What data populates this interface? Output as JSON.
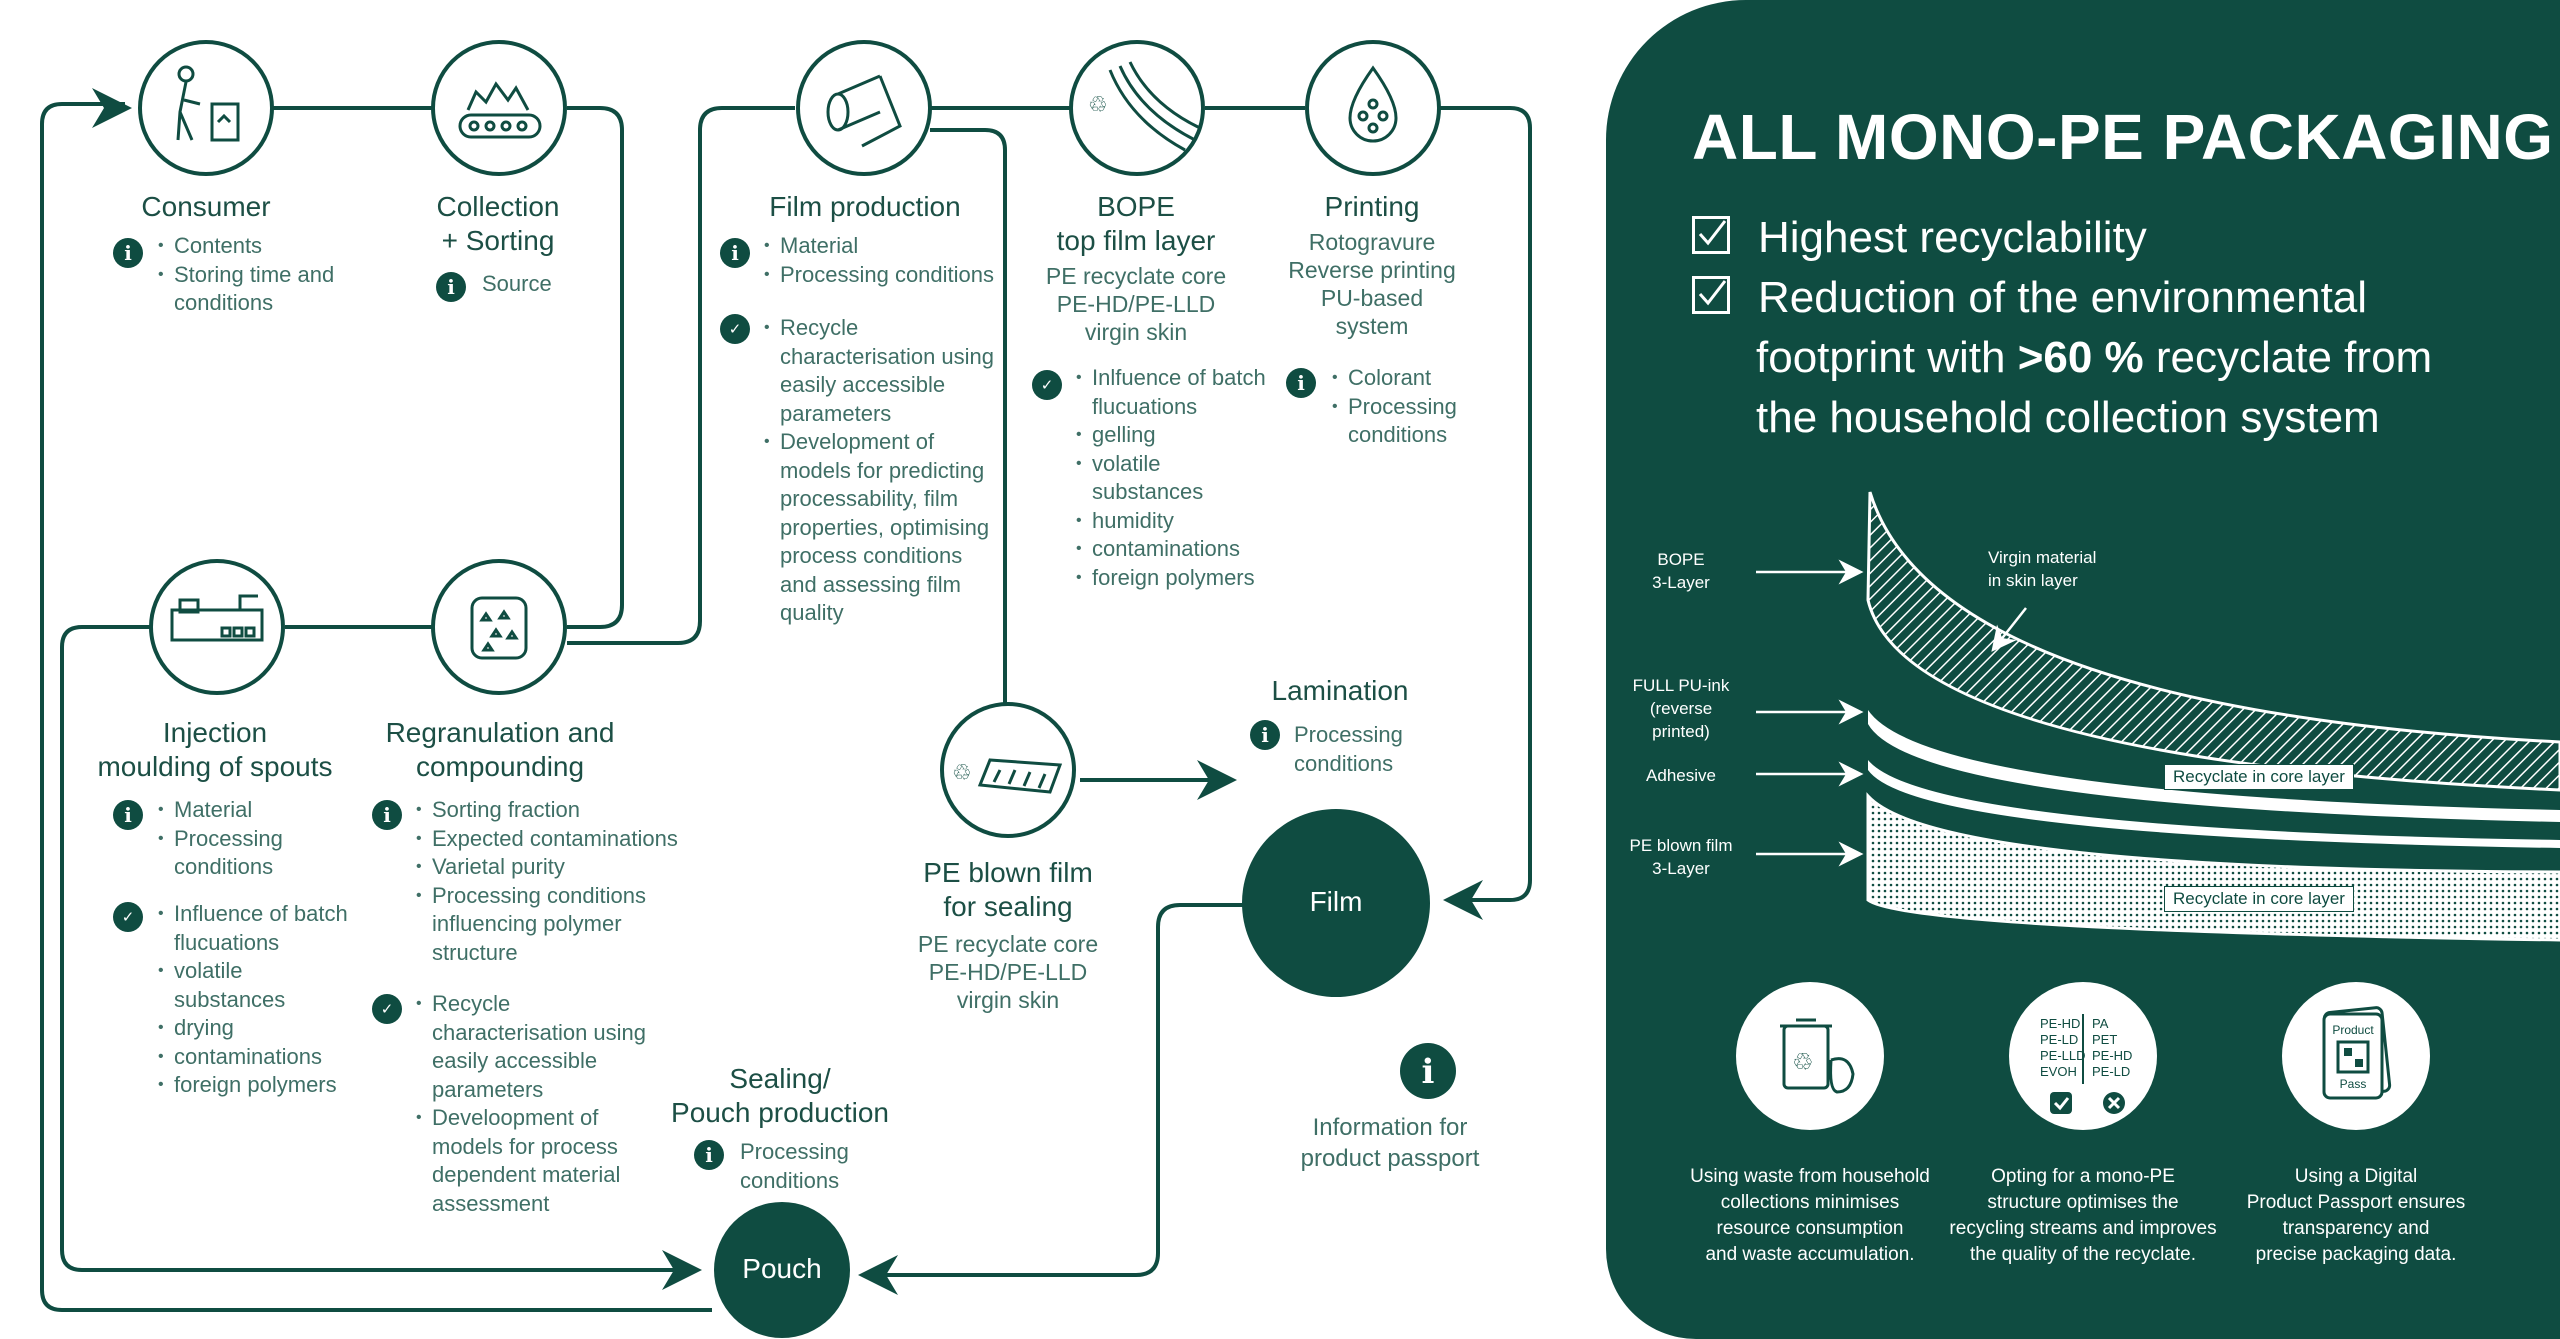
{
  "colors": {
    "dark_green": "#0f4c41",
    "text_green": "#3f6f66",
    "white": "#ffffff"
  },
  "consumer": {
    "title": "Consumer",
    "bullets": [
      "Contents",
      "Storing time and conditions"
    ]
  },
  "collection": {
    "title_1": "Collection",
    "title_2": "+ Sorting",
    "source": "Source"
  },
  "film_production": {
    "title": "Film production",
    "info_bullets": [
      "Material",
      "Processing conditions"
    ],
    "cert_bullets": [
      "Recycle characterisation using easily accessible parameters",
      "Development of models for predicting processability, film properties, optimising process conditions and assessing film quality"
    ]
  },
  "bope": {
    "title_1": "BOPE",
    "title_2": "top film layer",
    "sub": [
      "PE recyclate core",
      "PE-HD/PE-LLD",
      "virgin skin"
    ],
    "cert_bullets": [
      "Inlfuence of batch flucuations",
      "gelling",
      "volatile substances",
      "humidity",
      "contaminations",
      "foreign polymers"
    ]
  },
  "printing": {
    "title": "Printing",
    "sub": [
      "Rotogravure",
      "Reverse printing",
      "PU-based",
      "system"
    ],
    "info_bullets": [
      "Colorant",
      "Processing conditions"
    ]
  },
  "injection": {
    "title_1": "Injection",
    "title_2": "moulding of spouts",
    "info_bullets": [
      "Material",
      "Processing conditions"
    ],
    "cert_bullets": [
      "Influence of batch flucuations",
      "volatile substances",
      "drying",
      "contaminations",
      "foreign polymers"
    ]
  },
  "regranulation": {
    "title_1": "Regranulation and",
    "title_2": "compounding",
    "info_bullets": [
      "Sorting fraction",
      "Expected contaminations",
      "Varietal purity",
      "Processing conditions influencing polymer structure"
    ],
    "cert_bullets": [
      "Recycle characterisation using easily accessible parameters",
      "Develoopment of models for process dependent material assessment"
    ]
  },
  "lamination": {
    "title": "Lamination",
    "info": "Processing conditions"
  },
  "pe_blown": {
    "title_1": "PE blown film",
    "title_2": "for sealing",
    "sub": [
      "PE recyclate core",
      "PE-HD/PE-LLD",
      "virgin skin"
    ]
  },
  "film_bubble": "Film",
  "pouch_bubble": "Pouch",
  "sealing": {
    "title_1": "Sealing/",
    "title_2": "Pouch production",
    "info": "Processing conditions"
  },
  "passport_info": {
    "line_1": "Information for",
    "line_2": "product passport"
  },
  "panel": {
    "title": "ALL MONO-PE PACKAGING",
    "check_1": "Highest recyclability",
    "check_2_a": "Reduction of the environmental",
    "check_2_b_pre": "footprint with ",
    "check_2_b_bold": ">60 %",
    "check_2_b_post": " recyclate from",
    "check_2_c": "the household collection system",
    "layers": {
      "bope": [
        "BOPE",
        "3-Layer"
      ],
      "pu": [
        "FULL PU-ink",
        "(reverse",
        "printed)"
      ],
      "adhesive": "Adhesive",
      "pe": [
        "PE blown film",
        "3-Layer"
      ],
      "virgin": [
        "Virgin material",
        "in skin layer"
      ],
      "core_1": "Recyclate in core layer",
      "core_2": "Recyclate in core layer"
    },
    "icon2_left": [
      "PE-HD",
      "PE-LD",
      "PE-LLD",
      "EVOH"
    ],
    "icon2_right": [
      "PA",
      "PET",
      "PE-HD",
      "PE-LD"
    ],
    "passport_card": [
      "Product",
      "Pass"
    ],
    "captions": [
      [
        "Using waste from household",
        "collections minimises",
        "resource consumption",
        "and waste accumulation."
      ],
      [
        "Opting for a mono-PE",
        "structure optimises  the",
        "recycling streams and improves",
        "the quality of the recyclate."
      ],
      [
        "Using a Digital",
        "Product Passport ensures",
        "transparency and",
        "precise packaging data."
      ]
    ]
  }
}
